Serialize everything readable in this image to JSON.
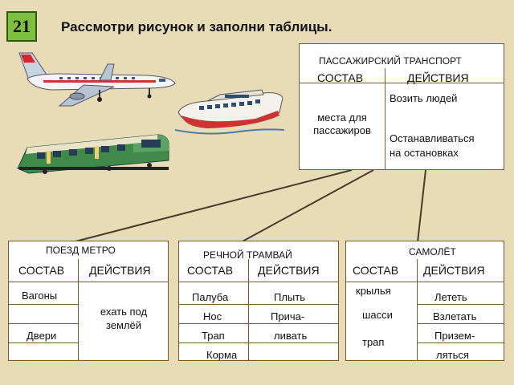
{
  "task": {
    "number": "21",
    "title": "Рассмотри рисунок и заполни таблицы."
  },
  "passenger_table": {
    "caption": "ПАССАЖИРСКИЙ ТРАНСПОРТ",
    "col1": "СОСТАВ",
    "col2": "ДЕЙСТВИЯ",
    "composition": [
      "места для",
      "пассажиров"
    ],
    "actions": [
      "Возить людей",
      "Останавливаться",
      "на остановках"
    ]
  },
  "metro_table": {
    "caption": "ПОЕЗД МЕТРО",
    "col1": "СОСТАВ",
    "col2": "ДЕЙСТВИЯ",
    "composition": [
      "Вагоны",
      "Двери"
    ],
    "actions": [
      "ехать под",
      "землёй"
    ]
  },
  "river_table": {
    "caption": "РЕЧНОЙ ТРАМВАЙ",
    "col1": "СОСТАВ",
    "col2": "ДЕЙСТВИЯ",
    "composition": [
      "Палуба",
      "Нос",
      "Трап",
      "Корма"
    ],
    "actions": [
      "Плыть",
      "Прича-",
      "ливать"
    ]
  },
  "plane_table": {
    "caption": "САМОЛЁТ",
    "col1": "СОСТАВ",
    "col2": "ДЕЙСТВИЯ",
    "composition": [
      "крылья",
      "шасси",
      "трап"
    ],
    "actions": [
      "Лететь",
      "Взлетать",
      "Призем-",
      "ляться"
    ]
  },
  "colors": {
    "background": "#e8dcb6",
    "badge": "#7fbf3f",
    "table_border": "#7a5a2a",
    "connector": "#4a3a2a"
  },
  "illustrations": [
    "airplane-illustration",
    "river-tram-illustration",
    "metro-train-illustration"
  ]
}
